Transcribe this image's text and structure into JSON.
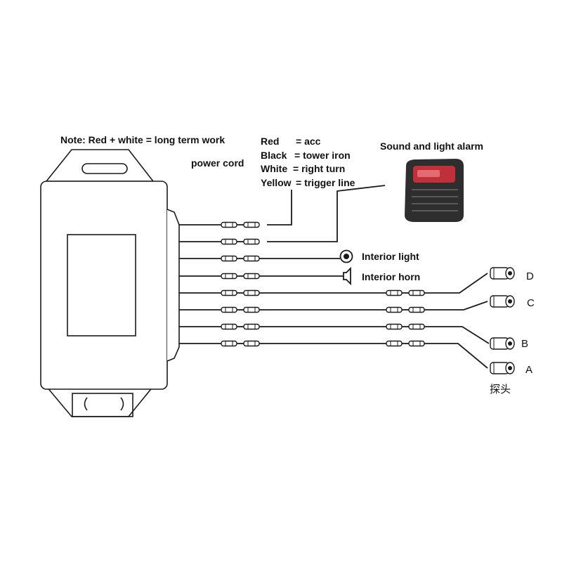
{
  "note": {
    "line1": "Note: Red + white = long term work",
    "line2": "power cord"
  },
  "color_map": [
    {
      "color": "Red",
      "sep": "= acc"
    },
    {
      "color": "Black",
      "sep": "= tower iron"
    },
    {
      "color": "White",
      "sep": "= right turn"
    },
    {
      "color": "Yellow",
      "sep": "= trigger line"
    }
  ],
  "alarm": {
    "title": "Sound and light alarm"
  },
  "outputs": {
    "interior_light": "Interior light",
    "interior_horn": "Interior horn"
  },
  "probes": {
    "labels": [
      "D",
      "C",
      "B",
      "A"
    ],
    "caption": "探头"
  },
  "colors": {
    "line": "#1a1a1a",
    "alarm_body": "#2e2e2e",
    "alarm_light": "#c0303a"
  }
}
